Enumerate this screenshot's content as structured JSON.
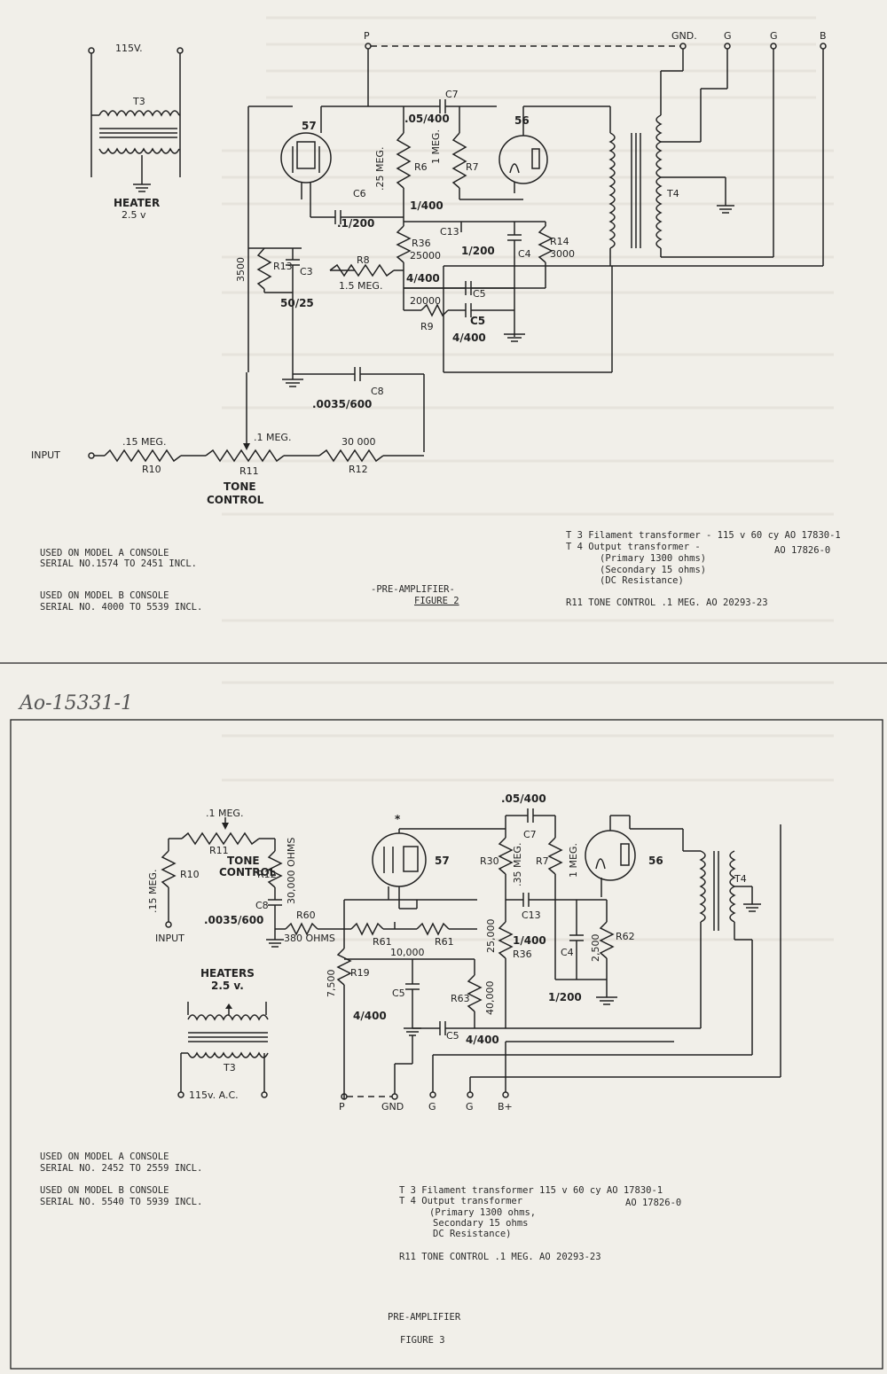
{
  "figure2": {
    "labels": {
      "v115": "115V.",
      "t3": "T3",
      "heater": "HEATER",
      "heater_v": "2.5 v",
      "p": "P",
      "gnd": "GND.",
      "g1": "G",
      "g2": "G",
      "b": "B",
      "c7": "C7",
      "c7_val": ".05/400",
      "tube57": "57",
      "tube56": "56",
      "r6_val": ".25 MEG.",
      "r6": "R6",
      "r7_val": "1 MEG.",
      "r7": "R7",
      "c6": "C6",
      "c6_val": ".1/200",
      "t4": "T4",
      "c1_400": "1/400",
      "r36": "R36",
      "r36_val": "25000",
      "c13": "C13",
      "c4_val": "1/200",
      "c4": "C4",
      "r14": "R14",
      "r14_val": "3000",
      "r13_val": "3500",
      "r13": "R13",
      "c3": "C3",
      "r8": "R8",
      "r8_val": "1.5 MEG.",
      "c3_val": "50/25",
      "c5a_val": "4/400",
      "c5a": "C5",
      "r9_val": "20000",
      "r9": "R9",
      "c5b": "C5",
      "c5b_val": "4/400",
      "c8": "C8",
      "c8_val": ".0035/600",
      "input": "INPUT",
      "r10_val": ".15 MEG.",
      "r10": "R10",
      "r11_val": ".1 MEG.",
      "r11": "R11",
      "r12_val": "30 000",
      "r12": "R12",
      "tone": "TONE",
      "control": "CONTROL"
    },
    "used_a_1": "USED ON MODEL A CONSOLE",
    "used_a_2": "SERIAL NO.1574 TO 2451 INCL.",
    "used_b_1": "USED ON MODEL B CONSOLE",
    "used_b_2": "SERIAL NO. 4000 TO 5539 INCL.",
    "caption_1": "-PRE-AMPLIFIER-",
    "caption_2": "FIGURE 2",
    "t3_note": "T 3    Filament transformer - 115 v 60 cy AO 17830-1",
    "t4_note": "T 4      Output transformer -",
    "t4_part": "AO 17826-0",
    "t4_line1": "(Primary 1300 ohms)",
    "t4_line2": "(Secondary 15 ohms)",
    "t4_line3": "(DC Resistance)",
    "r11_note": "R11   TONE CONTROL   .1 MEG.   AO 20293-23"
  },
  "handwritten": "Ao-15331-1",
  "figure3": {
    "labels": {
      "r11_val": ".1 MEG.",
      "r11": "R11",
      "tone": "TONE",
      "control": "CONTROL",
      "r10_val": ".15 MEG.",
      "r10": "R10",
      "r12": "R12",
      "r12_val": "30,000 OHMS",
      "c8": "C8",
      "c8_val": ".0035/600",
      "r60": "R60",
      "r60_val": "380 OHMS",
      "input": "INPUT",
      "star": "*",
      "tube57": "57",
      "c7_val": ".05/400",
      "c7": "C7",
      "r30": "R30",
      "r30_val": ".35 MEG.",
      "r7": "R7",
      "r7_val": "1 MEG.",
      "tube56": "56",
      "t4": "T4",
      "r61a": "R61",
      "r61b": "R61",
      "r61_val": "10,000",
      "c13": "C13",
      "r36_val": "25,000",
      "r36_c": "1/400",
      "r36": "R36",
      "c4": "C4",
      "r62_val": "2,500",
      "r62": "R62",
      "c4_val": "1/200",
      "r19_val": "7,500",
      "r19": "R19",
      "c5": "C5",
      "c5_val": "4/400",
      "r63": "R63",
      "r63_val": "40,000",
      "c5b": "C5",
      "c5b_val": "4/400",
      "heaters": "HEATERS",
      "heaters_v": "2.5 v.",
      "t3": "T3",
      "v115": "115v. A.C.",
      "p": "P",
      "gnd": "GND",
      "g1": "G",
      "g2": "G",
      "bplus": "B+"
    },
    "used_a_1": "USED ON MODEL A CONSOLE",
    "used_a_2": "SERIAL NO. 2452 TO 2559 INCL.",
    "used_b_1": "USED ON MODEL B CONSOLE",
    "used_b_2": "SERIAL NO. 5540 TO 5939 INCL.",
    "t3_note": "T 3   Filament transformer  115 v 60 cy  AO 17830-1",
    "t4_note": "T 4       Output transformer",
    "t4_part": "AO 17826-0",
    "t4_line1": "(Primary 1300 ohms,",
    "t4_line2": "Secondary 15 ohms",
    "t4_line3": "DC Resistance)",
    "r11_note": "R11  TONE CONTROL   .1 MEG.  AO 20293-23",
    "caption_1": "PRE-AMPLIFIER",
    "caption_2": "FIGURE 3"
  }
}
